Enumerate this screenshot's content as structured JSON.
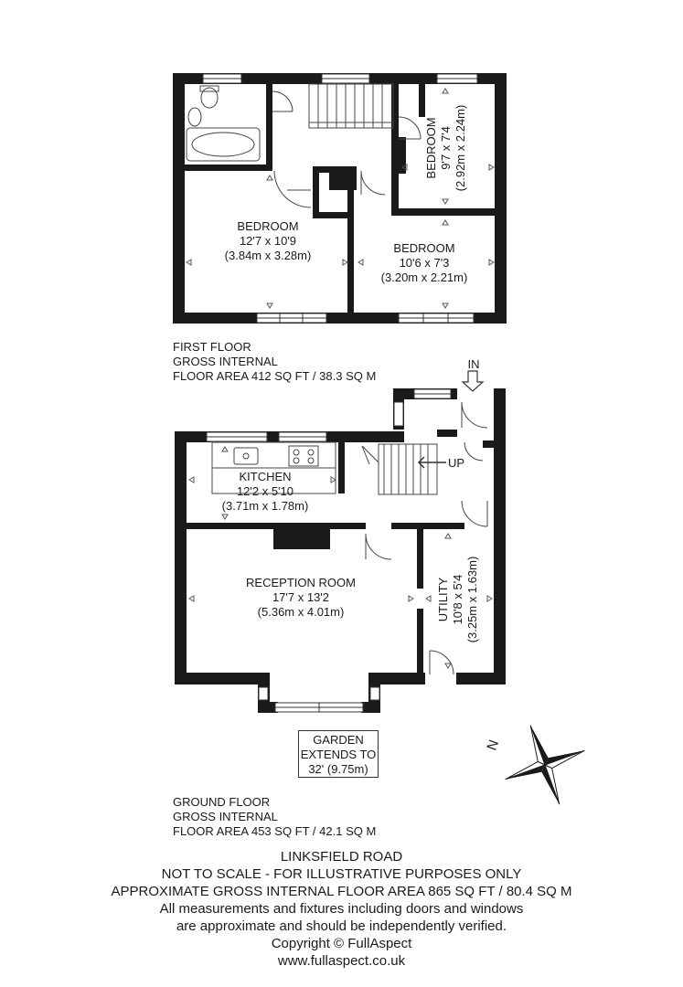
{
  "first_floor": {
    "rooms": {
      "bedroom1": {
        "name": "BEDROOM",
        "size_imperial": "12'7 x 10'9",
        "size_metric": "(3.84m x 3.28m)"
      },
      "bedroom2": {
        "name": "BEDROOM",
        "size_imperial": "10'6 x 7'3",
        "size_metric": "(3.20m x 2.21m)"
      },
      "bedroom3": {
        "name": "BEDROOM",
        "size_imperial": "9'7 x 7'4",
        "size_metric": "(2.92m x 2.24m)"
      }
    },
    "caption": [
      "FIRST FLOOR",
      "GROSS INTERNAL",
      "FLOOR AREA 412 SQ FT / 38.3 SQ M"
    ]
  },
  "ground_floor": {
    "rooms": {
      "kitchen": {
        "name": "KITCHEN",
        "size_imperial": "12'2 x 5'10",
        "size_metric": "(3.71m x 1.78m)"
      },
      "reception": {
        "name": "RECEPTION ROOM",
        "size_imperial": "17'7 x 13'2",
        "size_metric": "(5.36m x 4.01m)"
      },
      "utility": {
        "name": "UTILITY",
        "size_imperial": "10'8 x 5'4",
        "size_metric": "(3.25m x 1.63m)"
      }
    },
    "entrance_label": "IN",
    "stairs_label": "UP",
    "garden": [
      "GARDEN",
      "EXTENDS TO",
      "32' (9.75m)"
    ],
    "caption": [
      "GROUND FLOOR",
      "GROSS INTERNAL",
      "FLOOR AREA 453 SQ FT / 42.1 SQ M"
    ]
  },
  "compass": {
    "label": "N"
  },
  "footer": [
    "LINKSFIELD ROAD",
    "NOT TO SCALE - FOR ILLUSTRATIVE PURPOSES ONLY",
    "APPROXIMATE GROSS INTERNAL FLOOR AREA 865 SQ FT / 80.4 SQ M",
    "All measurements and fixtures including doors and windows",
    "are approximate and should be independently verified.",
    "Copyright © FullAspect",
    "www.fullaspect.co.uk"
  ]
}
